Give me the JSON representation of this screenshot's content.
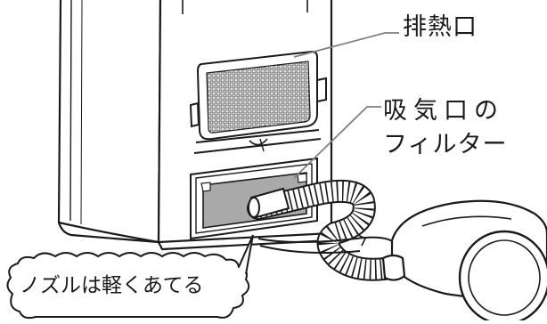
{
  "labels": {
    "exhaust_port": "排熱口",
    "intake_line1": "吸気口の",
    "intake_line2": "フィルター",
    "tip_bubble": "ノズルは軽くあてる"
  },
  "colors": {
    "line": "#1a1a1a",
    "filter_fill": "#a9a9a9",
    "hose_fill": "#ffffff",
    "leader_line": "#808080",
    "background": "#ffffff"
  },
  "icons": [
    "dehumidifier-illustration",
    "vacuum-cleaner-illustration",
    "vacuum-hose-illustration"
  ]
}
